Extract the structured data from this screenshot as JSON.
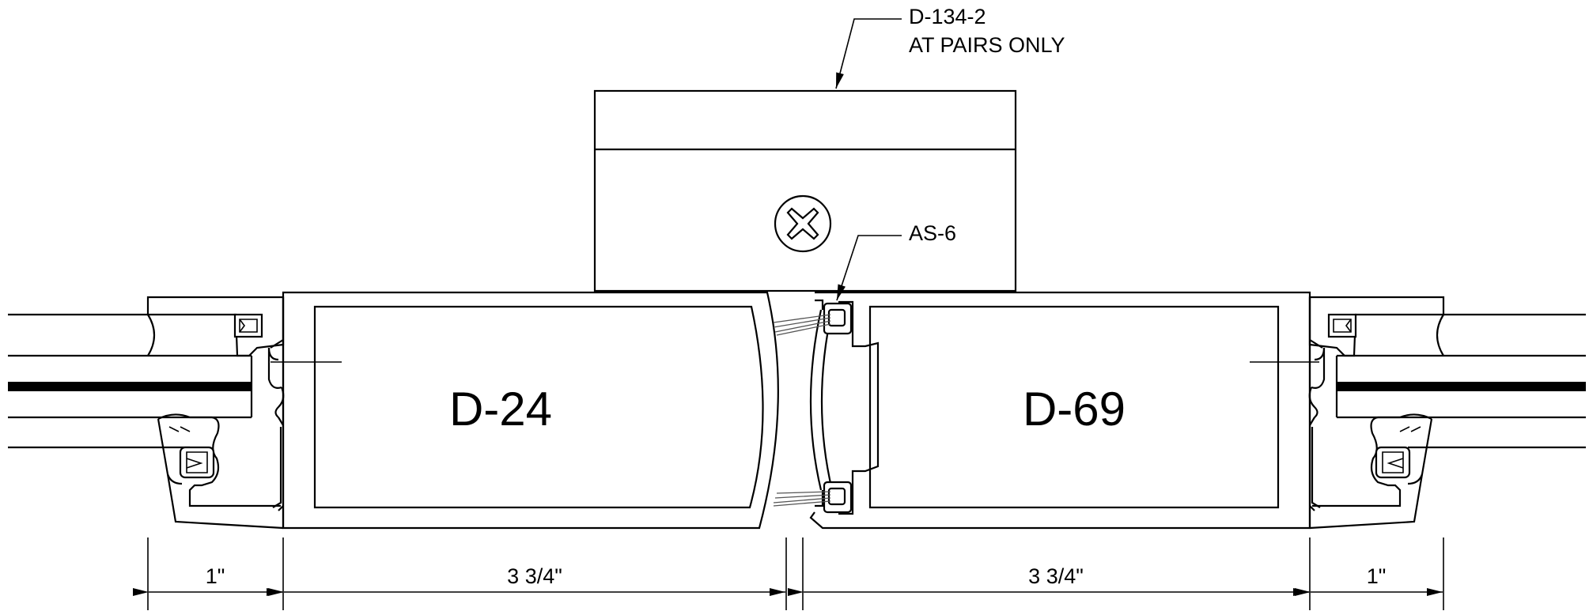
{
  "callouts": {
    "top_line1": "D-134-2",
    "top_line2": "AT PAIRS ONLY",
    "seal": "AS-6"
  },
  "doors": {
    "left": "D-24",
    "right": "D-69"
  },
  "dimensions": {
    "left_stop": "1\"",
    "left_door": "3 3/4\"",
    "right_door": "3 3/4\"",
    "right_stop": "1\""
  }
}
